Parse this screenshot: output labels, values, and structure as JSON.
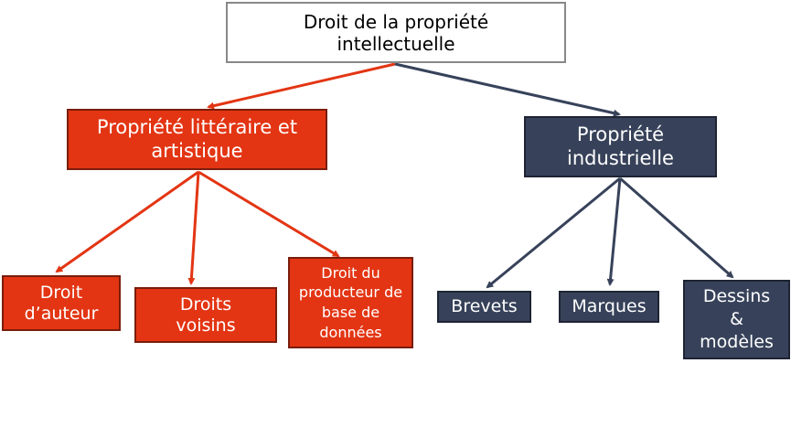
{
  "root": {
    "label": "Droit de la propriété intellectuelle"
  },
  "branches": [
    {
      "label": "Propriété littéraire et artistique",
      "color": "#e33513",
      "children": [
        "Droit d’auteur",
        "Droits voisins",
        "Droit du producteur de base de données"
      ]
    },
    {
      "label": "Propriété industrielle",
      "color": "#37425a",
      "children": [
        "Brevets",
        "Marques",
        "Dessins & modèles"
      ]
    }
  ]
}
